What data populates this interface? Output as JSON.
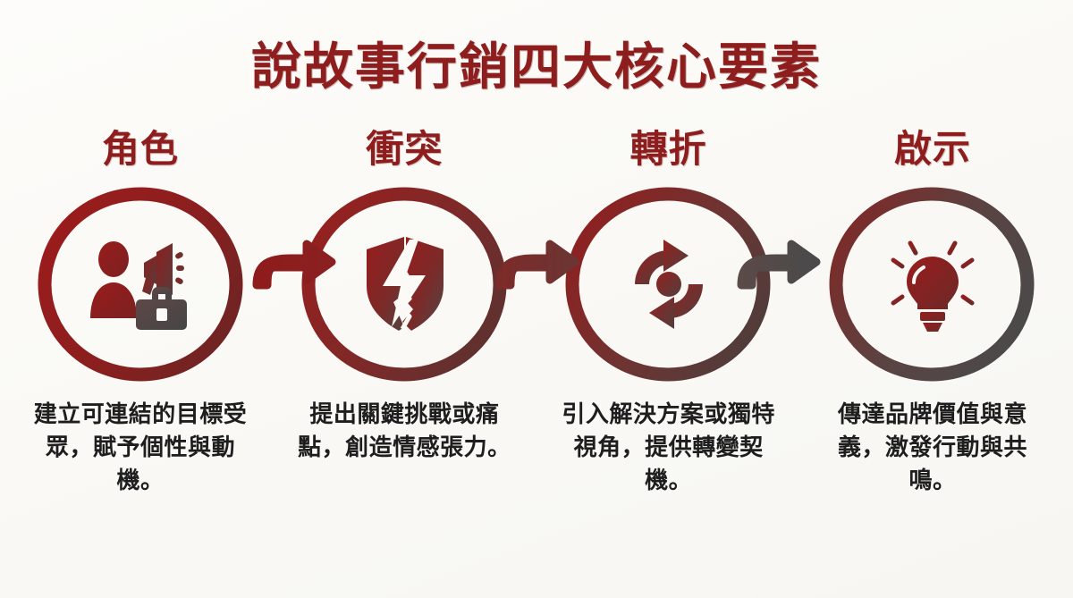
{
  "title": "說故事行銷四大核心要素",
  "theme": {
    "background": "#fbfaf7",
    "title_color": "#8e1d1d",
    "accent_red": "#8e1d1d",
    "deep_red": "#9b1c1c",
    "gray": "#4a4a4a",
    "body_text": "#1e1e1e"
  },
  "steps": [
    {
      "label": "角色",
      "icon": "person-megaphone-briefcase-icon",
      "description": "建立可連結的目標受眾，賦予個性與動機。",
      "ring_start": "#9b1c1c",
      "ring_end": "#6e2424"
    },
    {
      "label": "衝突",
      "icon": "cracked-shield-lightning-icon",
      "description": "提出關鍵挑戰或痛點，創造情感張力。",
      "ring_start": "#96201f",
      "ring_end": "#5d3230"
    },
    {
      "label": "轉折",
      "icon": "circular-arrows-transform-icon",
      "description": "引入解決方案或獨特視角，提供轉變契機。",
      "ring_start": "#8f2020",
      "ring_end": "#4e3d3b"
    },
    {
      "label": "啟示",
      "icon": "lightbulb-idea-icon",
      "description": "傳達品牌價值與意義，激發行動與共鳴。",
      "ring_start": "#7e2a28",
      "ring_end": "#4a4a4a"
    }
  ],
  "arrows": [
    {
      "name": "arrow-character-to-conflict",
      "color_start": "#8e1c1c",
      "color_end": "#8a2020"
    },
    {
      "name": "arrow-conflict-to-turning-point",
      "color_start": "#7d2b29",
      "color_end": "#6b3533"
    },
    {
      "name": "arrow-turning-point-to-revelation",
      "color_start": "#5a4a48",
      "color_end": "#4a4a4a"
    }
  ]
}
